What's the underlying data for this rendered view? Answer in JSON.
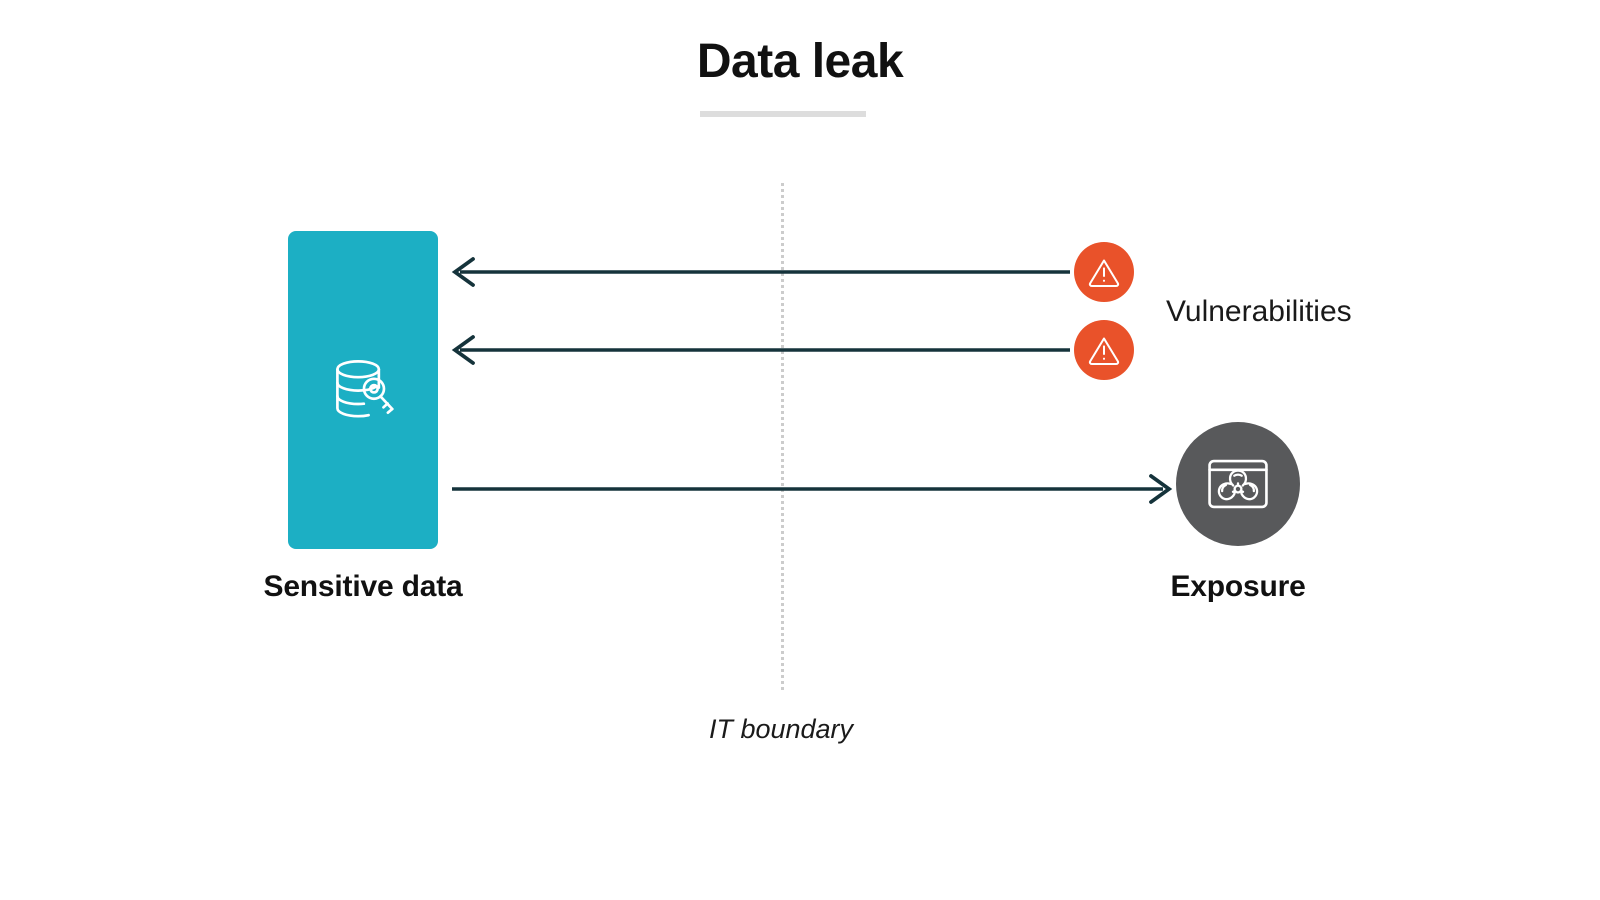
{
  "diagram": {
    "title": "Data leak",
    "title_rule_color": "#dddddd",
    "background": "#ffffff"
  },
  "boundary": {
    "label": "IT boundary",
    "style": "dotted",
    "color": "#cccccc"
  },
  "nodes": {
    "sensitive_data": {
      "label": "Sensitive data",
      "icon": "database-key-icon",
      "color": "#1CAFC4",
      "shape": "rounded-rectangle"
    },
    "vulnerabilities": {
      "label": "Vulnerabilities",
      "icon": "warning-triangle-icon",
      "color": "#E9522A",
      "shape": "circle",
      "count": 2
    },
    "exposure": {
      "label": "Exposure",
      "icon": "biohazard-window-icon",
      "color": "#58595B",
      "shape": "circle"
    }
  },
  "connections": [
    {
      "name": "vulnerability-inbound-1",
      "direction": "left",
      "from": "vulnerabilities",
      "to": "sensitive_data",
      "color": "#15333b"
    },
    {
      "name": "vulnerability-inbound-2",
      "direction": "left",
      "from": "vulnerabilities",
      "to": "sensitive_data",
      "color": "#15333b"
    },
    {
      "name": "data-outbound-exposure",
      "direction": "right",
      "from": "sensitive_data",
      "to": "exposure",
      "color": "#15333b"
    }
  ]
}
